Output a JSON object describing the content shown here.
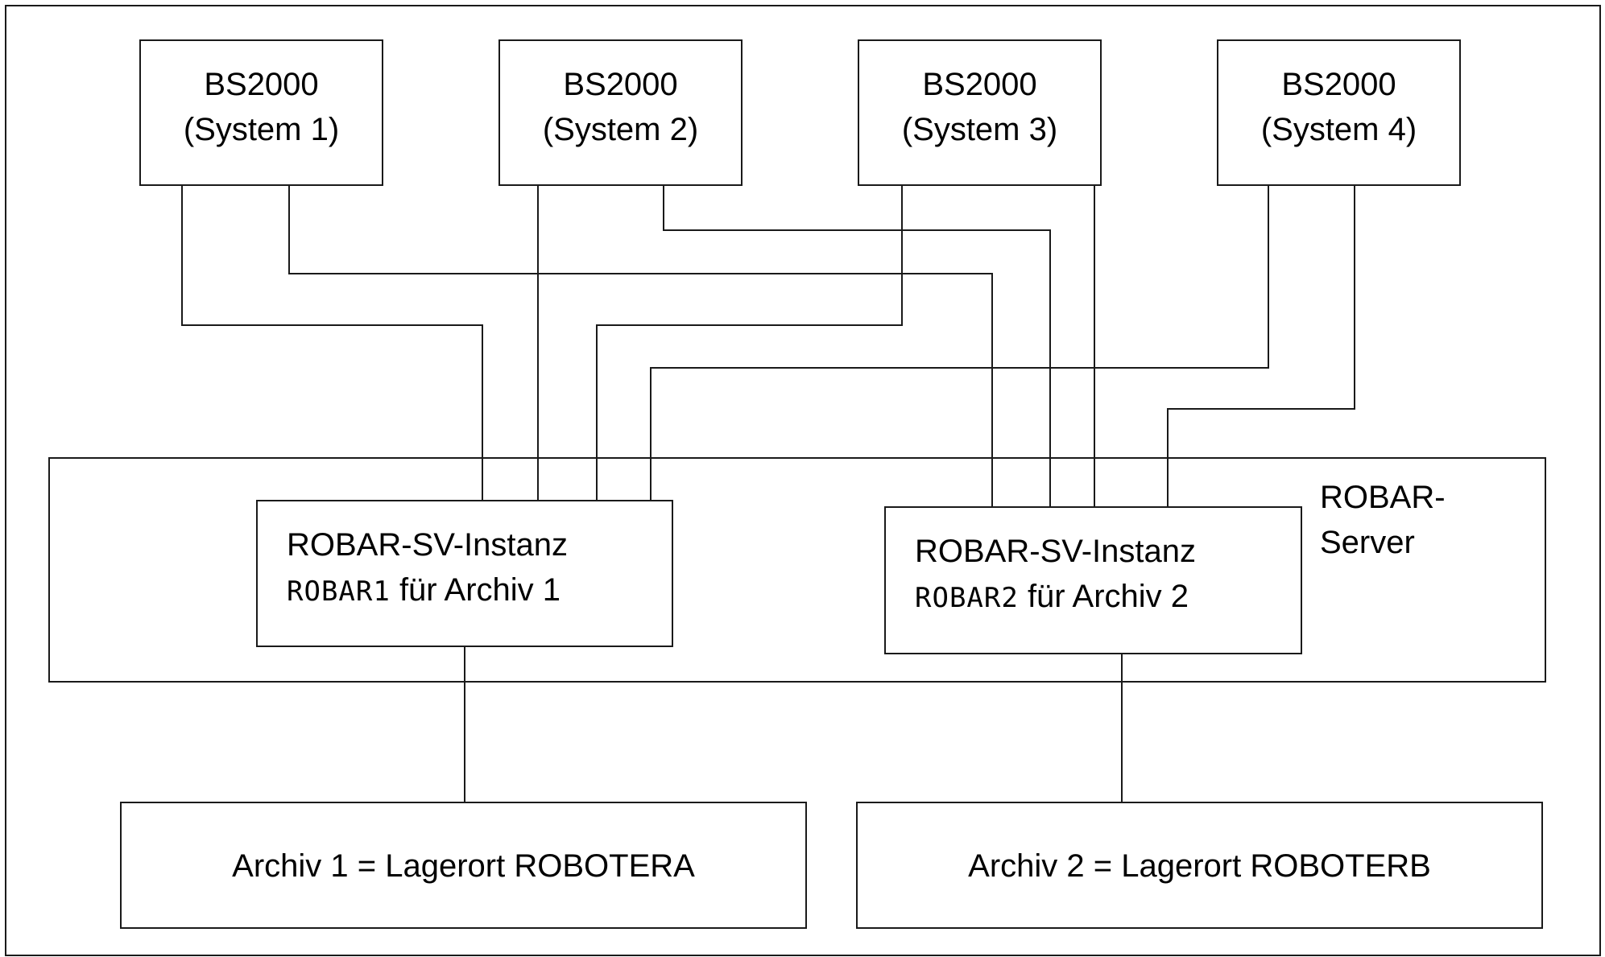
{
  "systems": [
    {
      "line1": "BS2000",
      "line2": "(System 1)"
    },
    {
      "line1": "BS2000",
      "line2": "(System 2)"
    },
    {
      "line1": "BS2000",
      "line2": "(System 3)"
    },
    {
      "line1": "BS2000",
      "line2": "(System 4)"
    }
  ],
  "server": {
    "line1": "ROBAR-",
    "line2": "Server"
  },
  "instances": [
    {
      "title": "ROBAR-SV-Instanz",
      "code": "ROBAR1",
      "suffix": " für Archiv 1"
    },
    {
      "title": "ROBAR-SV-Instanz",
      "code": "ROBAR2",
      "suffix": " für Archiv 2"
    }
  ],
  "archives": [
    {
      "label": "Archiv 1 = Lagerort ROBOTERA"
    },
    {
      "label": "Archiv 2 = Lagerort ROBOTERB"
    }
  ]
}
